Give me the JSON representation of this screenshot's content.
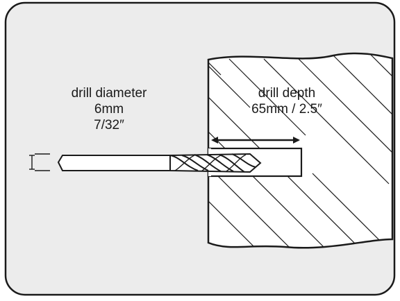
{
  "labels": {
    "diameter_title": "drill diameter",
    "diameter_mm": "6mm",
    "diameter_in": "7/32″",
    "depth_title": "drill depth",
    "depth_value": "65mm / 2.5″"
  },
  "colors": {
    "outer_bg": "#ffffff",
    "panel_fill": "#ececec",
    "stroke": "#1a1a1a",
    "block_fill": "#ffffff"
  }
}
